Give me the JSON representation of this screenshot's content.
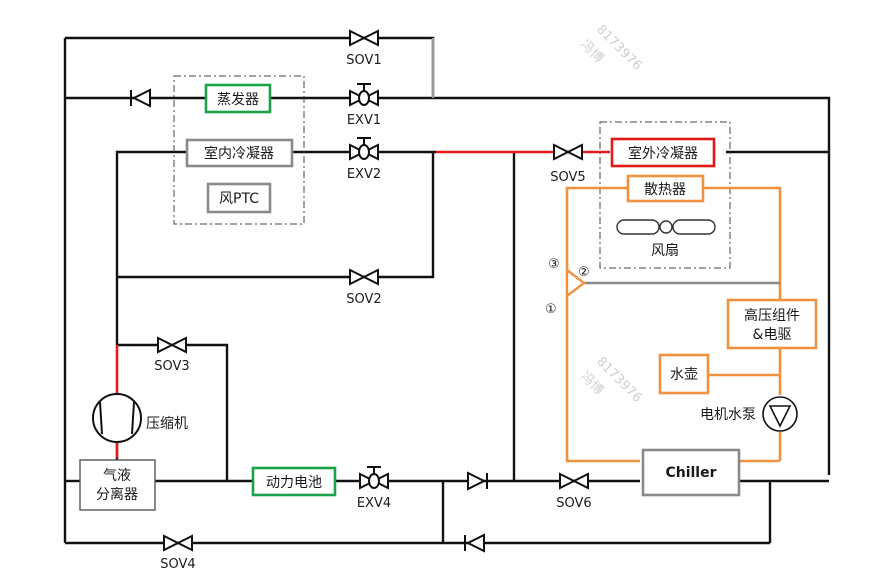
{
  "components": {
    "evaporator": "蒸发器",
    "indoor_condenser": "室内冷凝器",
    "ptc": "风PTC",
    "outdoor_condenser": "室外冷凝器",
    "radiator": "散热器",
    "fan": "风扇",
    "hv_drive": "高压组件\n&电驱",
    "water_kettle": "水壶",
    "motor_pump": "电机水泵",
    "chiller": "Chiller",
    "compressor": "压缩机",
    "separator": "气液\n分离器",
    "battery": "动力电池"
  },
  "valves": {
    "sov1": "SOV1",
    "sov2": "SOV2",
    "sov3": "SOV3",
    "sov4": "SOV4",
    "sov5": "SOV5",
    "sov6": "SOV6",
    "exv1": "EXV1",
    "exv2": "EXV2",
    "exv4": "EXV4"
  },
  "ports": {
    "p1": "①",
    "p2": "②",
    "p3": "③"
  },
  "watermark": {
    "number": "8173976",
    "mark": "冯博"
  },
  "colors": {
    "line": "#111111",
    "hot_line": "#e8191a",
    "coolant": "#f0913f",
    "gray": "#8a8a8a",
    "green_box": "#1aa24a",
    "red_box": "#e01818"
  }
}
